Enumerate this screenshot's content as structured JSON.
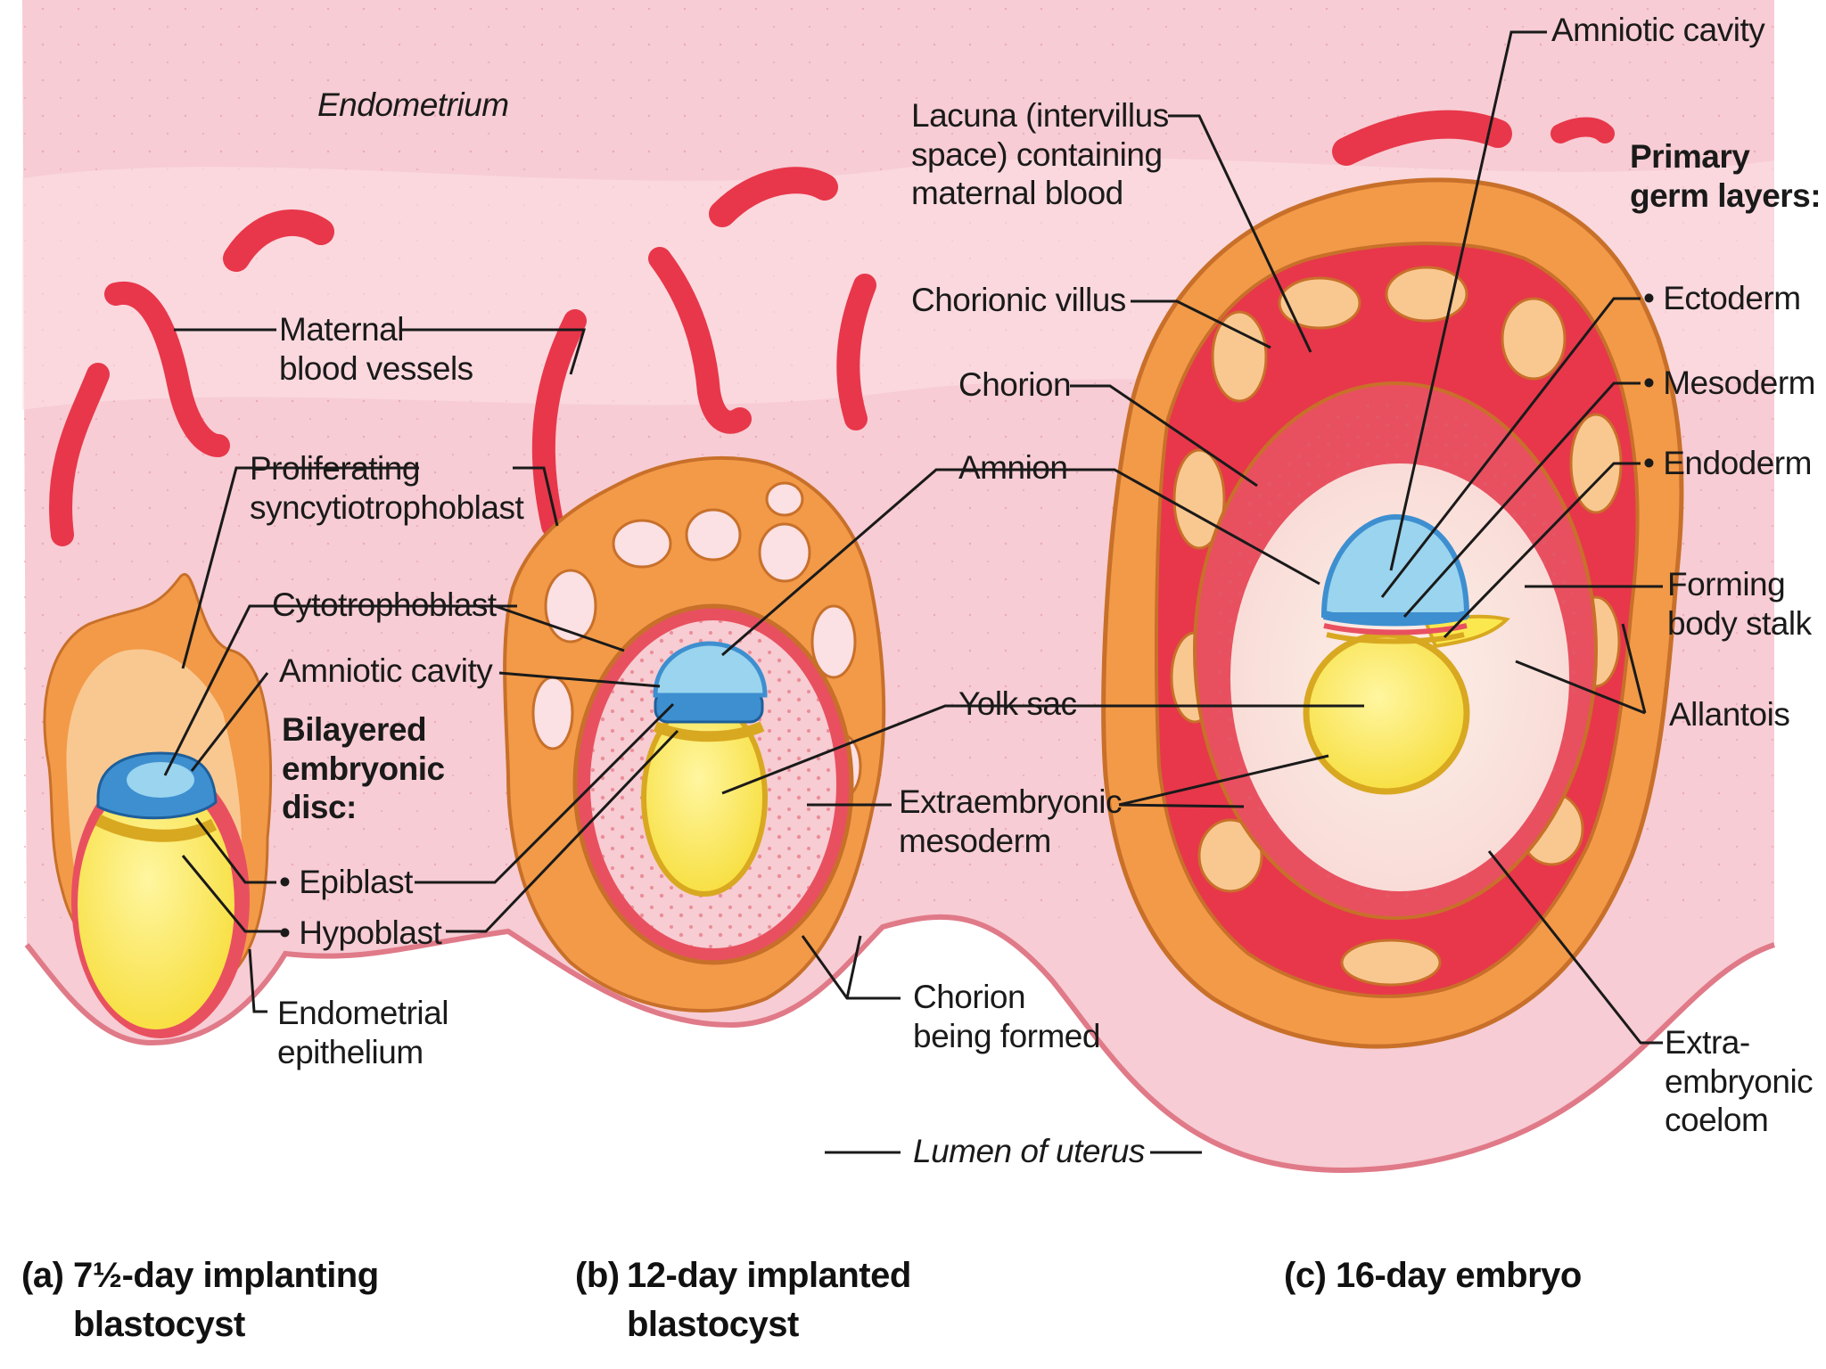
{
  "regions": {
    "endometrium": "Endometrium",
    "lumen": "Lumen of uterus"
  },
  "labels": {
    "maternal_vessels": [
      "Maternal",
      "blood vessels"
    ],
    "proliferating_syncytio": [
      "Proliferating",
      "syncytiotrophoblast"
    ],
    "cytotrophoblast": "Cytotrophoblast",
    "amniotic_cavity_a": "Amniotic cavity",
    "bilayered_disc": [
      "Bilayered",
      "embryonic",
      "disc:"
    ],
    "epiblast": "• Epiblast",
    "hypoblast": "• Hypoblast",
    "endometrial_epithelium": [
      "Endometrial",
      "epithelium"
    ],
    "lacuna": [
      "Lacuna (intervillus",
      "space) containing",
      "maternal blood"
    ],
    "chorionic_villus": "Chorionic villus",
    "chorion": "Chorion",
    "amnion": "Amnion",
    "yolk_sac": "Yolk sac",
    "extraembryonic_mesoderm": [
      "Extraembryonic",
      "mesoderm"
    ],
    "chorion_being_formed": [
      "Chorion",
      "being formed"
    ],
    "amniotic_cavity_c": "Amniotic cavity",
    "primary_germ_layers": [
      "Primary",
      "germ layers:"
    ],
    "ectoderm": "• Ectoderm",
    "mesoderm": "• Mesoderm",
    "endoderm": "• Endoderm",
    "forming_body_stalk": [
      "Forming",
      "body stalk"
    ],
    "allantois": "Allantois",
    "extraembryonic_coelom": [
      "Extra-",
      "embryonic",
      "coelom"
    ]
  },
  "captions": {
    "a": {
      "letter": "(a)",
      "line1": "7½-day implanting",
      "line2": "blastocyst"
    },
    "b": {
      "letter": "(b)",
      "line1": "12-day implanted",
      "line2": "blastocyst"
    },
    "c": {
      "letter": "(c)",
      "line1": "16-day embryo"
    }
  },
  "colors": {
    "tissue": "#f7ccd2",
    "vessel": "#e8374a",
    "trophoblast": "#f29a48",
    "trophoblast_light": "#f9c890",
    "chorion_red": "#e85060",
    "amnion_blue": "#8fcde8",
    "yolk": "#fbe84e",
    "yolk_rim": "#d8a820",
    "coelom": "#fde8dc"
  }
}
